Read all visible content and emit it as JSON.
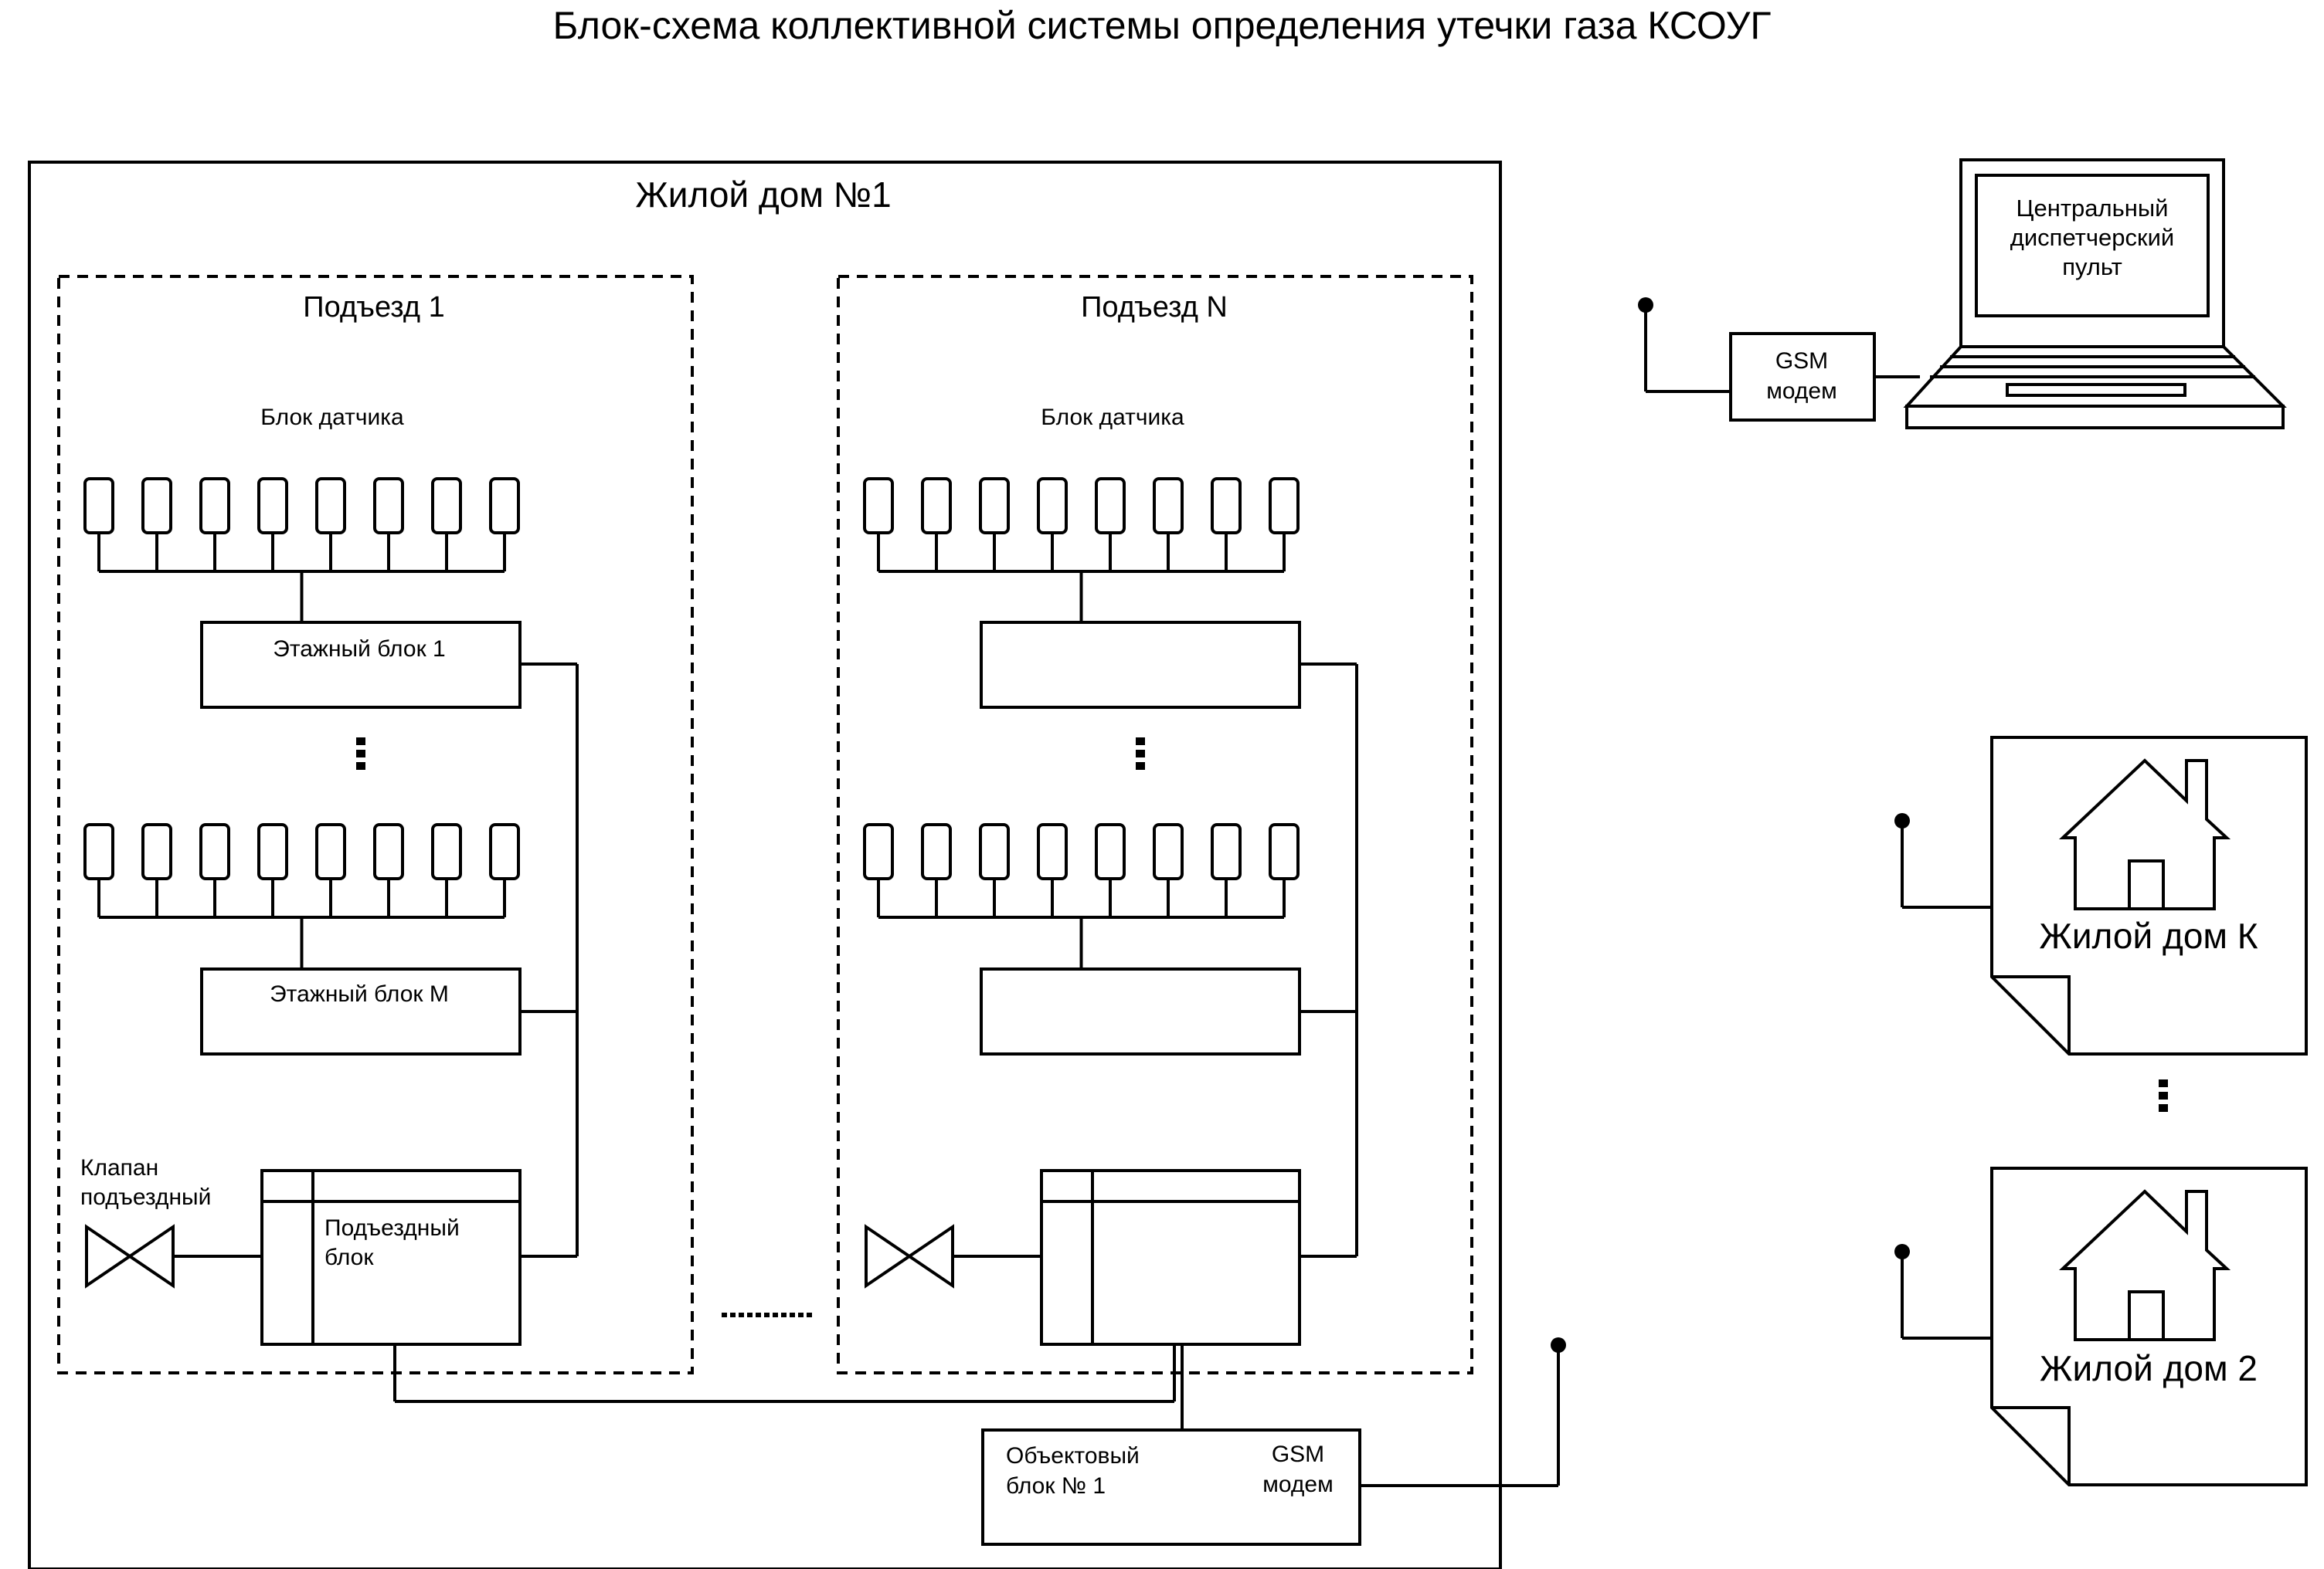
{
  "title": "Блок-схема коллективной системы определения утечки газа КСОУГ",
  "building1": {
    "title": "Жилой дом №1",
    "entrance1": {
      "title": "Подъезд 1",
      "sensor_block": "Блок датчика",
      "floor_block_first": "Этажный блок 1",
      "floor_block_last": "Этажный блок M",
      "valve_label_line1": "Клапан",
      "valve_label_line2": "подъездный",
      "entrance_block_line1": "Подъездный",
      "entrance_block_line2": "блок"
    },
    "entranceN": {
      "title": "Подъезд N",
      "sensor_block": "Блок датчика"
    },
    "object_block_line1": "Объектовый",
    "object_block_line2": "блок № 1",
    "gsm_line1": "GSM",
    "gsm_line2": "модем"
  },
  "dispatch": {
    "pc_line1": "Центральный",
    "pc_line2": "диспетчерский",
    "pc_line3": "пульт",
    "gsm_line1": "GSM",
    "gsm_line2": "модем"
  },
  "houses": [
    {
      "label": "Жилой дом К"
    },
    {
      "label": "Жилой дом 2"
    }
  ],
  "colors": {
    "line": "#000000",
    "background": "#ffffff"
  }
}
